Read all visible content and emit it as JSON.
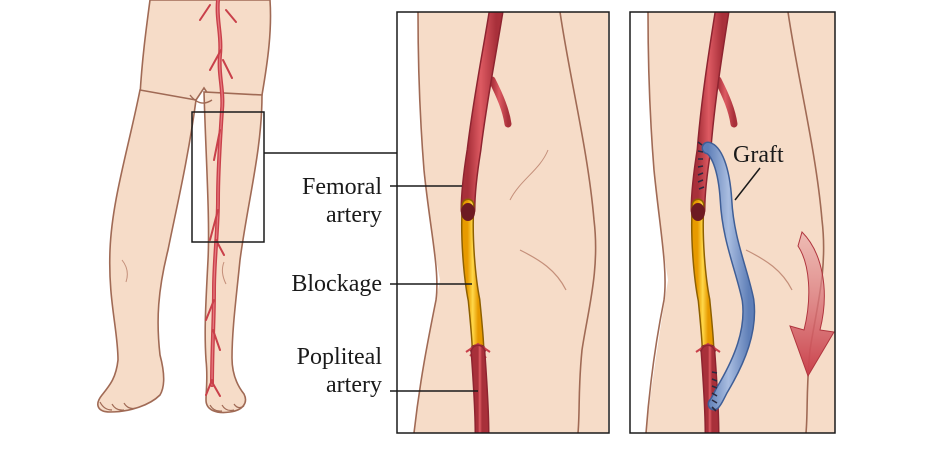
{
  "labels": {
    "femoral_line1": "Femoral",
    "femoral_line2": "artery",
    "blockage": "Blockage",
    "popliteal_line1": "Popliteal",
    "popliteal_line2": "artery",
    "graft": "Graft"
  },
  "colors": {
    "skin": "#f6dcc8",
    "skin_outline": "#a06a55",
    "artery": "#c9404a",
    "artery_dark": "#8e2430",
    "blockage": "#f0b400",
    "graft": "#7f9ccd",
    "arrow": "#d05a5e",
    "frame": "#1a1a1a"
  },
  "icons": {
    "direction_arrow": "curved-down-arrow"
  }
}
